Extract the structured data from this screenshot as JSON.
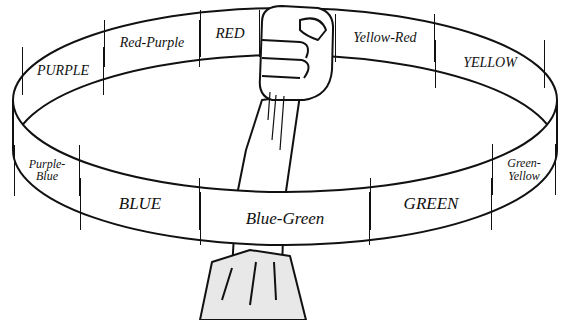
{
  "diagram": {
    "nodes": [
      {
        "text": [
          "PURPLE"
        ]
      },
      {
        "text": [
          "Red-Purple"
        ]
      },
      {
        "text": [
          "RED"
        ]
      },
      {
        "text": [
          "Yellow-Red"
        ]
      },
      {
        "text": [
          "YELLOW"
        ]
      },
      {
        "text": [
          "Purple-Blue"
        ]
      },
      {
        "text": [
          "BLUE"
        ]
      },
      {
        "text": [
          "Blue-Green"
        ]
      },
      {
        "text": [
          "GREEN"
        ]
      },
      {
        "text": [
          "Green-Yellow"
        ]
      }
    ]
  }
}
